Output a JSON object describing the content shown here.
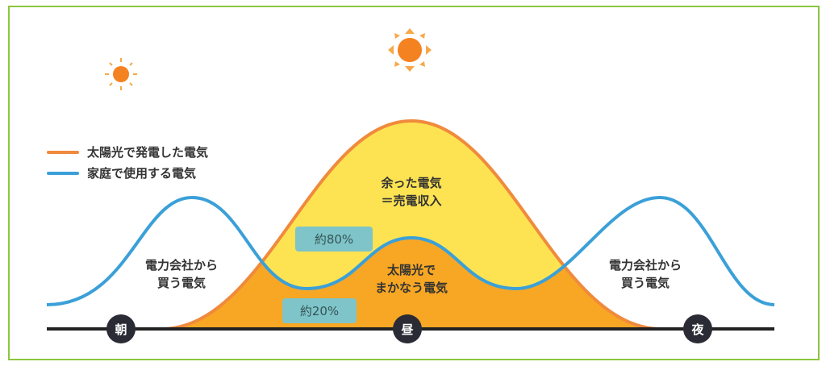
{
  "legend": [
    {
      "label": "太陽光で発電した電気",
      "color": "#f08a3c"
    },
    {
      "label": "家庭で使用する電気",
      "color": "#3ba0d8"
    }
  ],
  "labels": {
    "surplus": [
      "余った電気",
      "＝売電収入"
    ],
    "left_buy": [
      "電力会社から",
      "買う電気"
    ],
    "right_buy": [
      "電力会社から",
      "買う電気"
    ],
    "solar_covered": [
      "太陽光で",
      "まかなう電気"
    ]
  },
  "percent": {
    "surplus": "約80%",
    "covered": "約20%"
  },
  "times": {
    "morning": "朝",
    "noon": "昼",
    "night": "夜"
  },
  "colors": {
    "border": "#8cc63f",
    "surplus_fill": "#fde352",
    "covered_fill": "#f7a724",
    "label_box": "#7fc4c9"
  }
}
